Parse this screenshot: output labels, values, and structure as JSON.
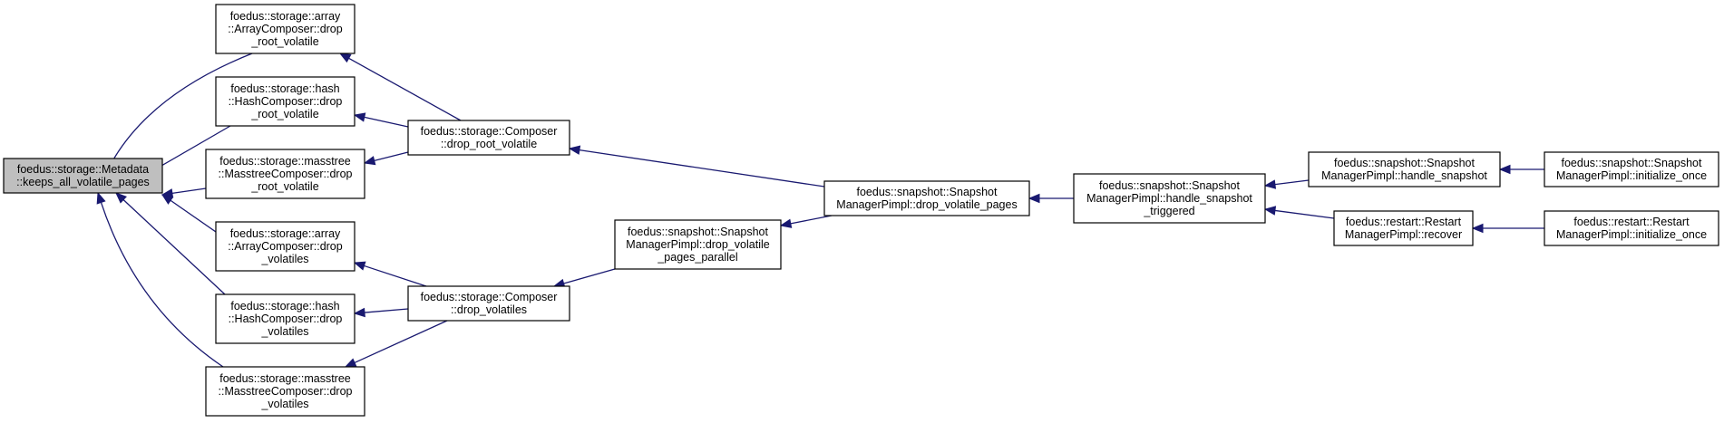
{
  "colors": {
    "edge": "#191970",
    "root_fill": "#bfbfbf",
    "node_fill": "#ffffff",
    "border": "#000000"
  },
  "nodes": [
    {
      "id": "metadata",
      "lines": [
        "foedus::storage::Metadata",
        "::keeps_all_volatile_pages"
      ]
    },
    {
      "id": "array_drop_root",
      "lines": [
        "foedus::storage::array",
        "::ArrayComposer::drop",
        "_root_volatile"
      ]
    },
    {
      "id": "hash_drop_root",
      "lines": [
        "foedus::storage::hash",
        "::HashComposer::drop",
        "_root_volatile"
      ]
    },
    {
      "id": "masstree_drop_root",
      "lines": [
        "foedus::storage::masstree",
        "::MasstreeComposer::drop",
        "_root_volatile"
      ]
    },
    {
      "id": "array_drop_vol",
      "lines": [
        "foedus::storage::array",
        "::ArrayComposer::drop",
        "_volatiles"
      ]
    },
    {
      "id": "hash_drop_vol",
      "lines": [
        "foedus::storage::hash",
        "::HashComposer::drop",
        "_volatiles"
      ]
    },
    {
      "id": "masstree_drop_vol",
      "lines": [
        "foedus::storage::masstree",
        "::MasstreeComposer::drop",
        "_volatiles"
      ]
    },
    {
      "id": "composer_drop_root",
      "lines": [
        "foedus::storage::Composer",
        "::drop_root_volatile"
      ]
    },
    {
      "id": "composer_drop_vol",
      "lines": [
        "foedus::storage::Composer",
        "::drop_volatiles"
      ]
    },
    {
      "id": "snap_drop_parallel",
      "lines": [
        "foedus::snapshot::Snapshot",
        "ManagerPimpl::drop_volatile",
        "_pages_parallel"
      ]
    },
    {
      "id": "snap_drop_pages",
      "lines": [
        "foedus::snapshot::Snapshot",
        "ManagerPimpl::drop_volatile_pages"
      ]
    },
    {
      "id": "snap_handle_triggered",
      "lines": [
        "foedus::snapshot::Snapshot",
        "ManagerPimpl::handle_snapshot",
        "_triggered"
      ]
    },
    {
      "id": "snap_handle",
      "lines": [
        "foedus::snapshot::Snapshot",
        "ManagerPimpl::handle_snapshot"
      ]
    },
    {
      "id": "restart_recover",
      "lines": [
        "foedus::restart::Restart",
        "ManagerPimpl::recover"
      ]
    },
    {
      "id": "snap_init",
      "lines": [
        "foedus::snapshot::Snapshot",
        "ManagerPimpl::initialize_once"
      ]
    },
    {
      "id": "restart_init",
      "lines": [
        "foedus::restart::Restart",
        "ManagerPimpl::initialize_once"
      ]
    }
  ],
  "edges": [
    {
      "from": "array_drop_root",
      "to": "metadata"
    },
    {
      "from": "hash_drop_root",
      "to": "metadata"
    },
    {
      "from": "masstree_drop_root",
      "to": "metadata"
    },
    {
      "from": "array_drop_vol",
      "to": "metadata"
    },
    {
      "from": "hash_drop_vol",
      "to": "metadata"
    },
    {
      "from": "masstree_drop_vol",
      "to": "metadata"
    },
    {
      "from": "composer_drop_root",
      "to": "array_drop_root"
    },
    {
      "from": "composer_drop_root",
      "to": "hash_drop_root"
    },
    {
      "from": "composer_drop_root",
      "to": "masstree_drop_root"
    },
    {
      "from": "composer_drop_vol",
      "to": "array_drop_vol"
    },
    {
      "from": "composer_drop_vol",
      "to": "hash_drop_vol"
    },
    {
      "from": "composer_drop_vol",
      "to": "masstree_drop_vol"
    },
    {
      "from": "snap_drop_parallel",
      "to": "composer_drop_vol"
    },
    {
      "from": "snap_drop_pages",
      "to": "composer_drop_root"
    },
    {
      "from": "snap_drop_pages",
      "to": "snap_drop_parallel"
    },
    {
      "from": "snap_handle_triggered",
      "to": "snap_drop_pages"
    },
    {
      "from": "snap_handle",
      "to": "snap_handle_triggered"
    },
    {
      "from": "restart_recover",
      "to": "snap_handle_triggered"
    },
    {
      "from": "snap_init",
      "to": "snap_handle"
    },
    {
      "from": "restart_init",
      "to": "restart_recover"
    }
  ]
}
